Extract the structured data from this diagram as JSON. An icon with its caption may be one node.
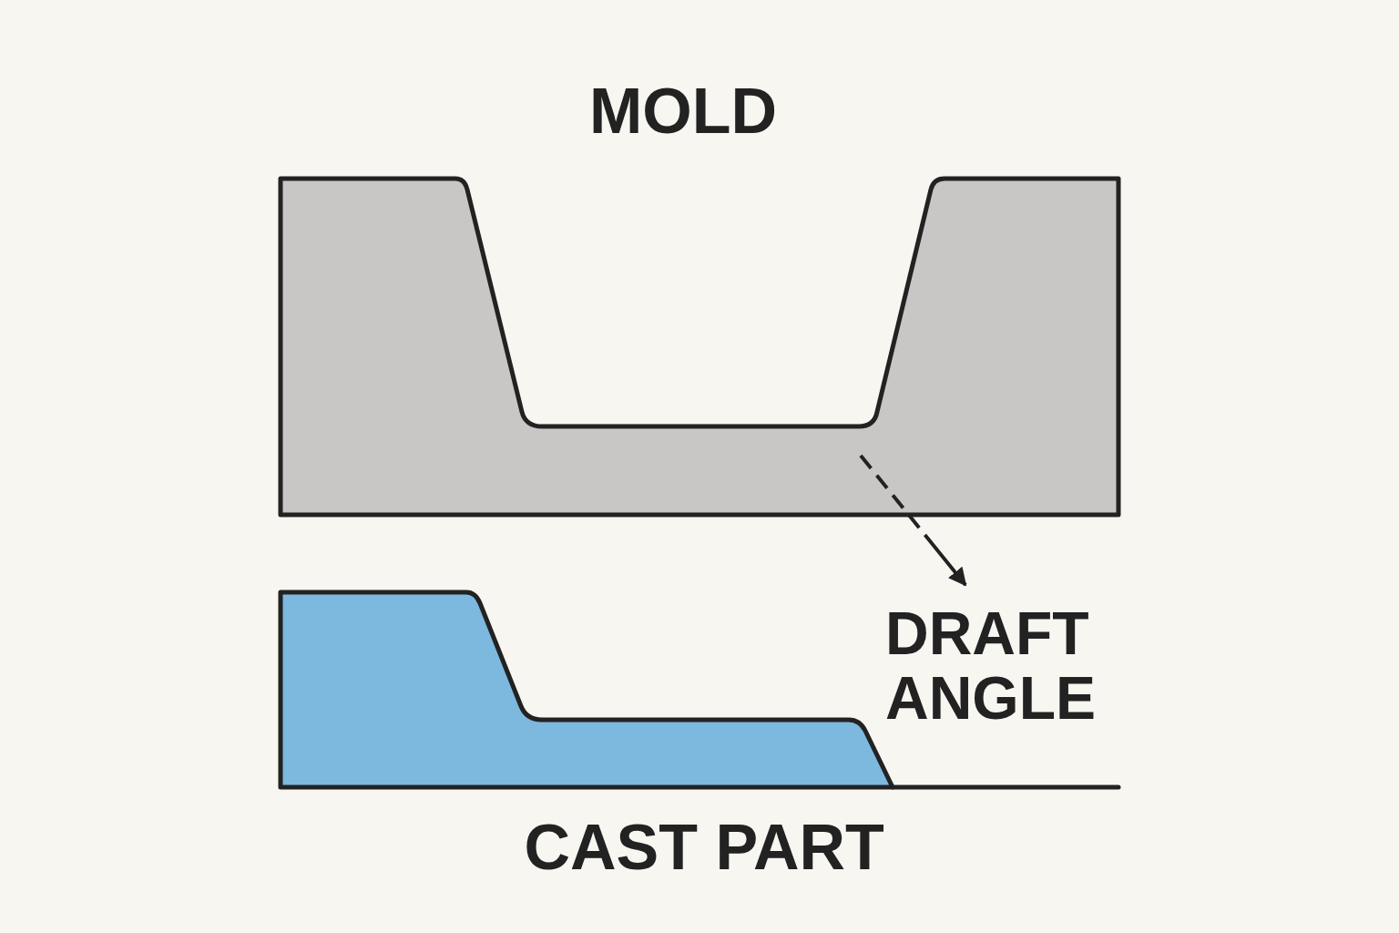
{
  "diagram": {
    "nodes": [
      {
        "text": [
          "MOLD"
        ]
      },
      {
        "text": [
          "CAST PART"
        ]
      },
      {
        "text": [
          "DRAFT ANGLE"
        ]
      }
    ],
    "edges": [
      {
        "from": 0,
        "to": 2,
        "arrow": "to",
        "style": "dashed"
      }
    ]
  }
}
